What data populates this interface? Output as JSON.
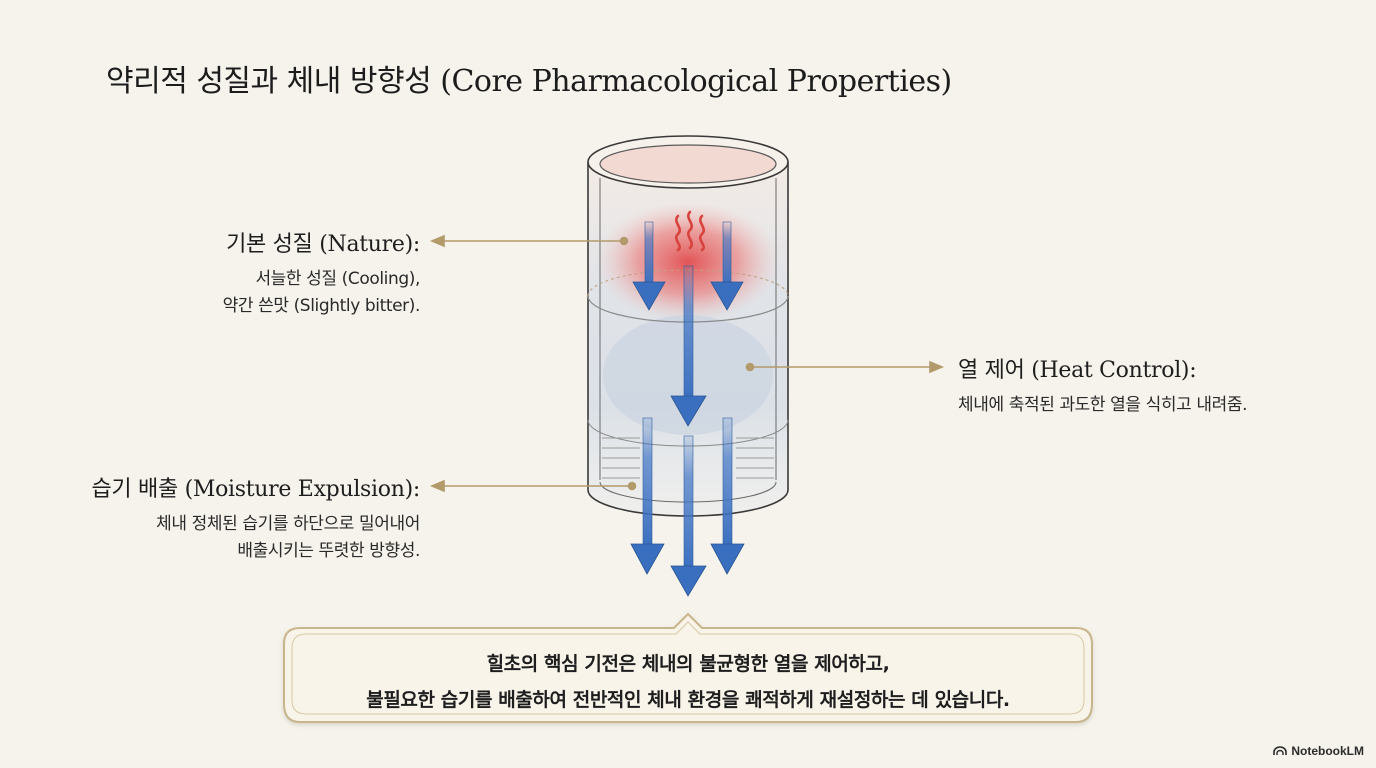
{
  "title": "약리적 성질과 체내 방향성 (Core Pharmacological Properties)",
  "labels": {
    "nature": {
      "heading": "기본 성질 (Nature):",
      "line1": "서늘한 성질 (Cooling),",
      "line2": "약간 쓴맛 (Slightly bitter)."
    },
    "heat": {
      "heading": "열 제어 (Heat Control):",
      "line1": "체내에 축적된 과도한 열을 식히고 내려줌."
    },
    "moisture": {
      "heading": "습기 배출 (Moisture Expulsion):",
      "line1": "체내 정체된 습기를 하단으로 밀어내어",
      "line2": "배출시키는 뚜렷한 방향성."
    }
  },
  "summary": {
    "line1": "힐초의 핵심 기전은 체내의 불균형한 열을 제어하고,",
    "line2": "불필요한 습기를 배출하여 전반적인 체내 환경을 쾌적하게 재설정하는 데 있습니다."
  },
  "brand": "NotebookLM",
  "icons": [
    "heat-wave-icon",
    "down-arrow-icon",
    "notebooklm-logo-icon"
  ],
  "colors": {
    "background": "#f5f3ec",
    "heat": "#e0484a",
    "cool": "#9fb4cf",
    "arrow": "#3f74c4",
    "pointer": "#b39a6b",
    "frame": "#c9b58c"
  }
}
